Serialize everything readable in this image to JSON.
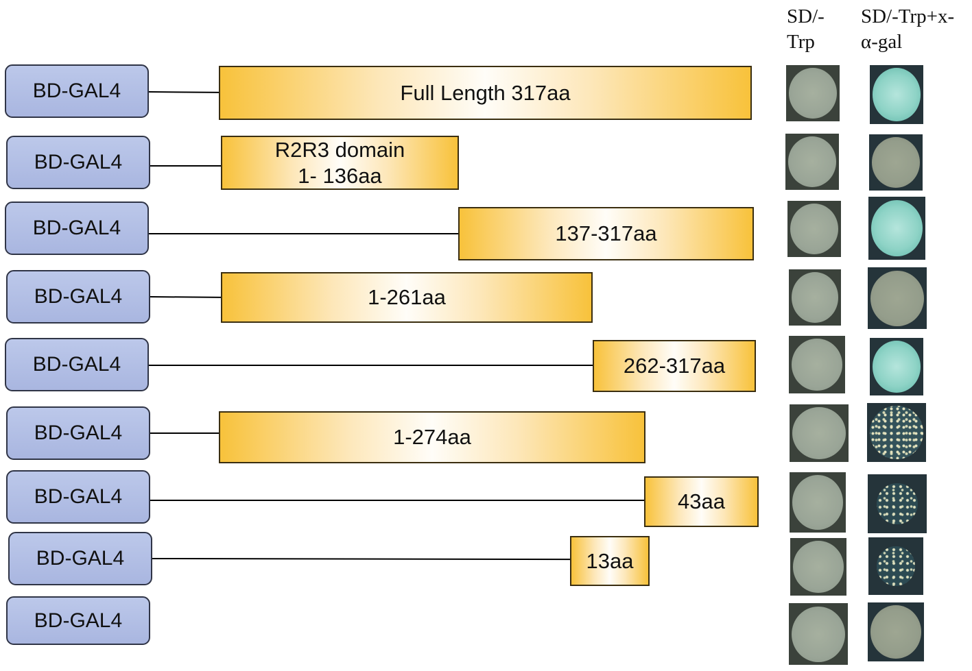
{
  "headers": {
    "sd_trp": [
      "SD/-",
      "Trp"
    ],
    "sd_trp_xgal": [
      "SD/-Trp+x-",
      "α-gal"
    ]
  },
  "bait_label": "BD-GAL4",
  "constructs": [
    {
      "bait": "BD-GAL4",
      "domain_lines": [
        "Full Length 317aa"
      ],
      "sd_plate": "growth",
      "xgal_plate": "blue"
    },
    {
      "bait": "BD-GAL4",
      "domain_lines": [
        "R2R3 domain",
        "1- 136aa"
      ],
      "sd_plate": "growth",
      "xgal_plate": "white"
    },
    {
      "bait": "BD-GAL4",
      "domain_lines": [
        "137-317aa"
      ],
      "sd_plate": "growth",
      "xgal_plate": "blue"
    },
    {
      "bait": "BD-GAL4",
      "domain_lines": [
        "1-261aa"
      ],
      "sd_plate": "growth",
      "xgal_plate": "white"
    },
    {
      "bait": "BD-GAL4",
      "domain_lines": [
        "262-317aa"
      ],
      "sd_plate": "growth",
      "xgal_plate": "blue"
    },
    {
      "bait": "BD-GAL4",
      "domain_lines": [
        "1-274aa"
      ],
      "sd_plate": "growth",
      "xgal_plate": "colonies"
    },
    {
      "bait": "BD-GAL4",
      "domain_lines": [
        "43aa"
      ],
      "sd_plate": "growth",
      "xgal_plate": "sparse colonies"
    },
    {
      "bait": "BD-GAL4",
      "domain_lines": [
        "13aa"
      ],
      "sd_plate": "growth",
      "xgal_plate": "sparse colonies"
    },
    {
      "bait": "BD-GAL4",
      "domain_lines": [],
      "sd_plate": "growth",
      "xgal_plate": "white"
    }
  ],
  "colors": {
    "bait_fill": "#b2bfe6",
    "domain_fill": "#f8c23b",
    "xgal_blue": "#8ed3c6"
  }
}
